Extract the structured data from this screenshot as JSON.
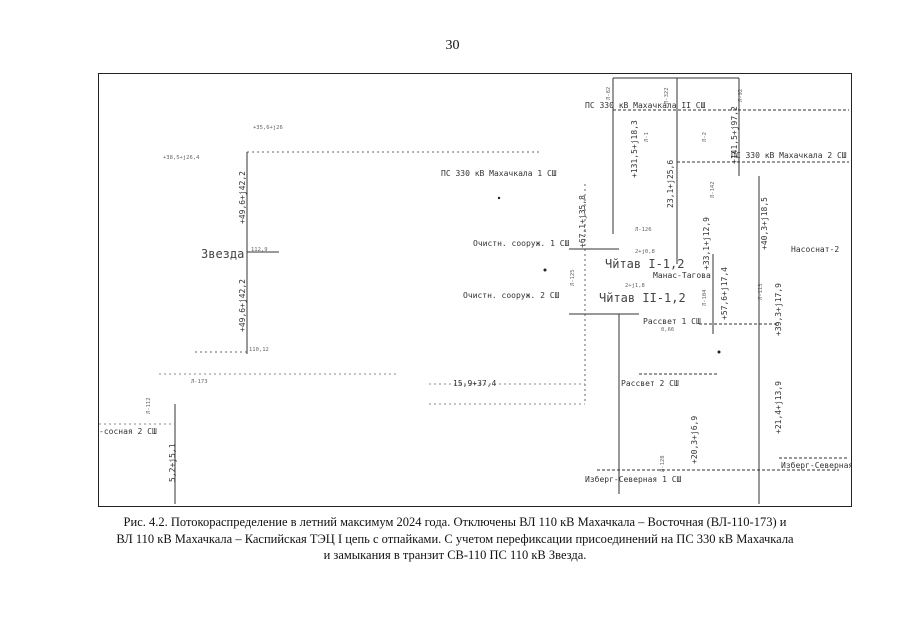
{
  "page": {
    "number": "30"
  },
  "scheme": {
    "buses": {
      "ps330_1sh": "ПС 330 кВ Махачкала 1 СШ",
      "ps330_2sh": "ПС 330 кВ Махачкала 2 СШ",
      "ps330_3sh": "ПС 330 кВ Махачкала II СШ",
      "zvezda": "Звезда",
      "ochist_1sh": "Очистн. сооруж. 1 СШ",
      "ochist_2sh": "Очистн. сооруж. 2 СШ",
      "chitav1": "Чйтав I-1,2",
      "chitav2": "Чйтав II-1,2",
      "manas": "Манас-Тагова",
      "rassvet1": "Рассвет 1 СШ",
      "rassvet2": "Рассвет 2 СШ",
      "nasosnaya2": "Насоснат-2",
      "izberg_north1": "Изберг-Северная 1 СШ",
      "izberg_north": "Изберг-Северная",
      "left_2sh": "-сосная 2 СШ"
    },
    "flows": {
      "f1": "+35,6+j26",
      "f2": "+38,5+j26,4",
      "f3": "+49,6+j42,2",
      "f4": "+49,6+j42,2",
      "f5": "15,9+37,4",
      "f6": "+131,5+j18,3",
      "f7": "+141,5+j97,2",
      "f8": "23,1+j25,6",
      "f9": "+67,1+j35,8",
      "f10": "+40,3+j18,5",
      "f11": "+33,1+j12,9",
      "f12": "+57,6+j17,4",
      "f13": "+39,3+j17,9",
      "f14": "+20,3+j6,9",
      "f15": "+21,4+j13,9",
      "f16": "5,2+j5,1",
      "f17": "2+j0,8",
      "f18": "2+j1,8",
      "f19": "112,9",
      "f20": "110,12",
      "f21": "0,66"
    },
    "lines": {
      "l1": "Л-82",
      "l2": "Л-322",
      "l3": "Л-92",
      "l4": "Л-126",
      "l5": "Л-125",
      "l6": "Л-142",
      "l7": "Л-104",
      "l8": "Л-113",
      "l9": "Л-112",
      "l10": "Л-173",
      "l11": "Л-2",
      "l12": "Л-1",
      "l13": "Л-128"
    }
  },
  "caption": {
    "line1": "Рис. 4.2. Потокораспределение в летний максимум 2024 года. Отключены ВЛ 110 кВ Махачкала – Восточная (ВЛ-110-173) и",
    "line2": "ВЛ 110 кВ Махачкала – Каспийская ТЭЦ I цепь с отпайками. С учетом перефиксации присоединений на ПС 330 кВ Махачкала",
    "line3": "и замыкания в транзит СВ-110 ПС 110 кВ Звезда."
  }
}
